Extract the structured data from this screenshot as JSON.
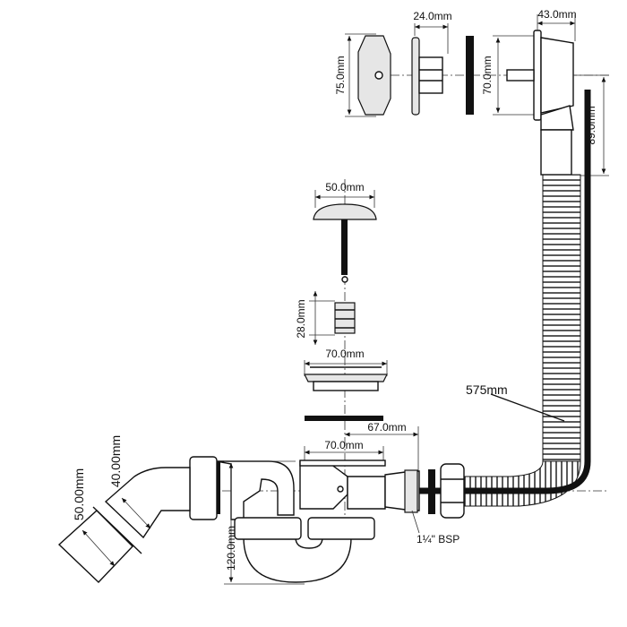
{
  "dimensions": {
    "overflow_cover_height": "75.0mm",
    "overflow_plate_depth": "24.0mm",
    "overflow_gasket_height": "70.0mm",
    "overflow_body_depth": "43.0mm",
    "overflow_drop": "89.0mm",
    "plug_diameter": "50.0mm",
    "spring_length": "28.0mm",
    "strainer_diameter": "70.0mm",
    "hose_length": "575mm",
    "outlet_offset": "67.0mm",
    "waste_body_width": "70.0mm",
    "outlet_outer_diameter": "50.00mm",
    "outlet_inner_diameter": "40.00mm",
    "trap_height": "120.0mm",
    "thread_size": "1¼\" BSP"
  }
}
